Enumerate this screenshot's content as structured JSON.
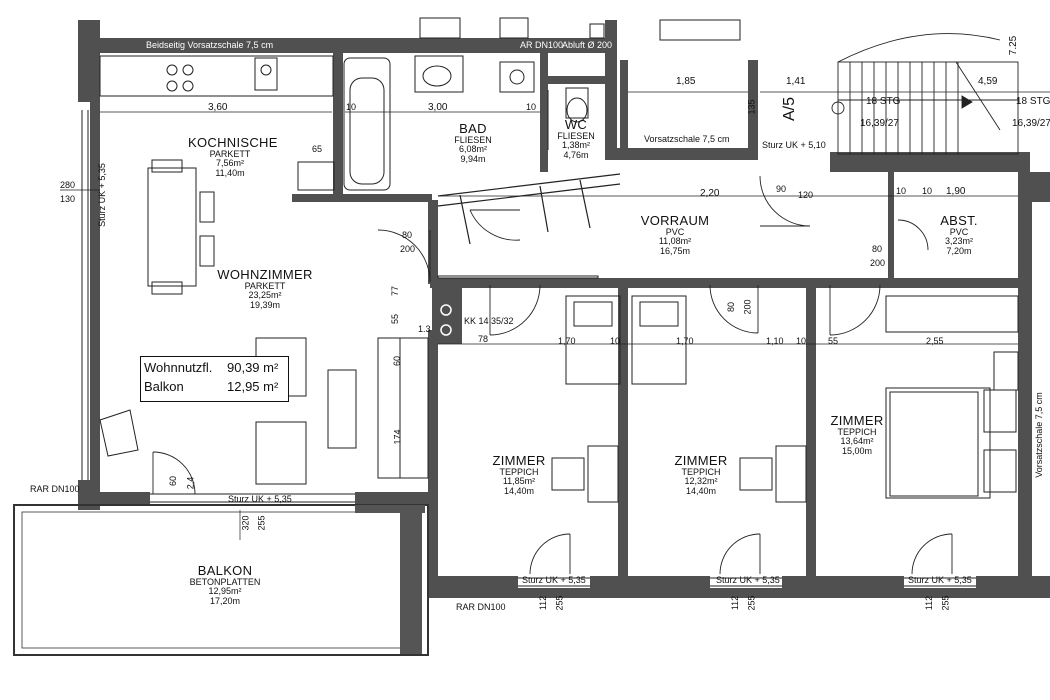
{
  "rooms": {
    "kochnische": {
      "name": "KOCHNISCHE",
      "floor": "PARKETT",
      "area": "7,56m²",
      "perimeter": "11,40m"
    },
    "bad": {
      "name": "BAD",
      "floor": "FLIESEN",
      "area": "6,08m²",
      "perimeter": "9,94m"
    },
    "wc": {
      "name": "WC",
      "floor": "FLIESEN",
      "area": "1,38m²",
      "perimeter": "4,76m"
    },
    "wohnzimmer": {
      "name": "WOHNZIMMER",
      "floor": "PARKETT",
      "area": "23,25m²",
      "perimeter": "19,39m"
    },
    "vorraum": {
      "name": "VORRAUM",
      "floor": "PVC",
      "area": "11,08m²",
      "perimeter": "16,75m"
    },
    "abst": {
      "name": "ABST.",
      "floor": "PVC",
      "area": "3,23m²",
      "perimeter": "7,20m"
    },
    "zimmer1": {
      "name": "ZIMMER",
      "floor": "TEPPICH",
      "area": "11,85m²",
      "perimeter": "14,40m"
    },
    "zimmer2": {
      "name": "ZIMMER",
      "floor": "TEPPICH",
      "area": "12,32m²",
      "perimeter": "14,40m"
    },
    "zimmer3": {
      "name": "ZIMMER",
      "floor": "TEPPICH",
      "area": "13,64m²",
      "perimeter": "15,00m"
    },
    "balkon": {
      "name": "BALKON",
      "floor": "BETONPLATTEN",
      "area": "12,95m²",
      "perimeter": "17,20m"
    }
  },
  "summary": {
    "wohnnutz_label": "Wohnnutzfl.",
    "wohnnutz_value": "90,39 m²",
    "balkon_label": "Balkon",
    "balkon_value": "12,95 m²"
  },
  "notes": {
    "top_wall": "Beidseitig Vorsatzschale 7,5 cm",
    "ar_top": "AR DN100",
    "abluft": "Abluft Ø 200",
    "vorsatz_bad": "Vorsatzschale 7,5 cm",
    "vorsatz_right": "Vorsatzschale 7,5 cm",
    "sturz_top": "Sturz UK + 5,10",
    "sturz_balkon": "Sturz UK + 5,35",
    "sturz_z1": "Sturz UK + 5,35",
    "sturz_z2": "Sturz UK + 5,35",
    "sturz_z3": "Sturz UK + 5,35",
    "sturz_left": "Sturz UK + 5,35",
    "rar_left": "RAR DN100",
    "rar_bottom": "RAR DN100",
    "kamin": "KK 14 35/32",
    "stair_id": "A/5",
    "stairs1": "18 STG",
    "stairs1_dim": "16,39/27",
    "stairs2": "18 STG",
    "stairs2_dim": "16,39/27"
  },
  "dims": {
    "d360": "3,60",
    "d300": "3,00",
    "d185": "1,85",
    "d141": "1,41",
    "d459": "4,59",
    "d220": "2,20",
    "d190": "1,90",
    "d170a": "1,70",
    "d170b": "1,70",
    "d110": "1,10",
    "d255": "2,55",
    "d55a": "55",
    "d10a": "10",
    "d10b": "10",
    "d10c": "10",
    "d10d": "10",
    "d10e": "10",
    "d10f": "10",
    "d90": "90",
    "d120": "120",
    "d200": "200",
    "d8020": "80\n200",
    "d80a": "80",
    "d200a": "200",
    "d80b": "80",
    "d200b": "200",
    "d80c": "80",
    "d200c": "200",
    "d280": "280",
    "d130": "130",
    "d135": "135",
    "d725": "7.25",
    "d78": "78",
    "d13": "1.3",
    "d6020": "60",
    "d24": "2,4",
    "d320": "320",
    "d255b": "255",
    "d112": "112",
    "d255c": "255",
    "d112b": "112",
    "d255d": "255",
    "d112c": "112",
    "d255e": "255",
    "d65": "65",
    "d77": "77",
    "d5567": "55",
    "d60": "60",
    "d174": "174"
  },
  "colors": {
    "wall": "#4f4f4f",
    "line": "#1a1a1a",
    "fill_light": "#ffffff"
  }
}
